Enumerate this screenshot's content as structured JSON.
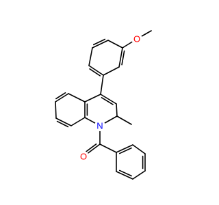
{
  "molecule": {
    "atoms": {
      "methoxy_oxygen": {
        "symbol": "O",
        "color": "#ff0000"
      },
      "ring_nitrogen": {
        "symbol": "N",
        "color": "#0000ff"
      },
      "carbonyl_oxygen": {
        "symbol": "O",
        "color": "#ff0000"
      }
    },
    "bond_color": "#000000"
  }
}
